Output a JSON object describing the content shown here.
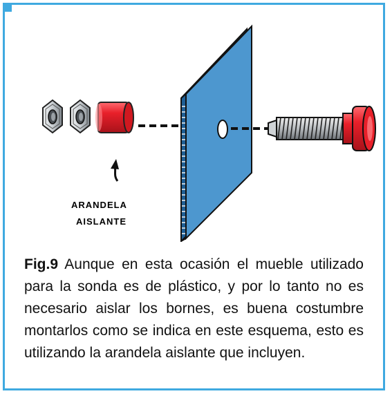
{
  "colors": {
    "frame": "#3fa9e0",
    "plate": "#4d97cf",
    "washer": "#e8202a",
    "nut": "#cfd3d6"
  },
  "icons": [
    "hex-nut-icon",
    "insulating-washer-icon",
    "mounting-plate-icon",
    "threaded-terminal-icon",
    "pointer-arrow-icon"
  ],
  "diagram": {
    "label_line1": "ARANDELA",
    "label_line2": "AISLANTE"
  },
  "caption": {
    "figure": "Fig.9",
    "text": " Aunque en esta ocasión el mueble utilizado para la sonda es de plástico, y por lo tanto no es necesario aislar los bornes, es buena costumbre montarlos como se indica en este esquema, esto es utilizando la arandela aislante que incluyen."
  }
}
